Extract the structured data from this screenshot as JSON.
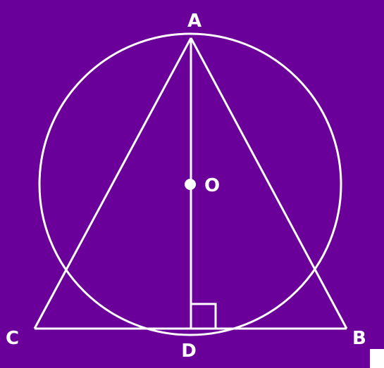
{
  "diagram": {
    "background_color": "#6a0099",
    "stroke_color": "#ffffff",
    "labels": {
      "a": "A",
      "b": "B",
      "c": "C",
      "d": "D",
      "o": "O"
    }
  }
}
